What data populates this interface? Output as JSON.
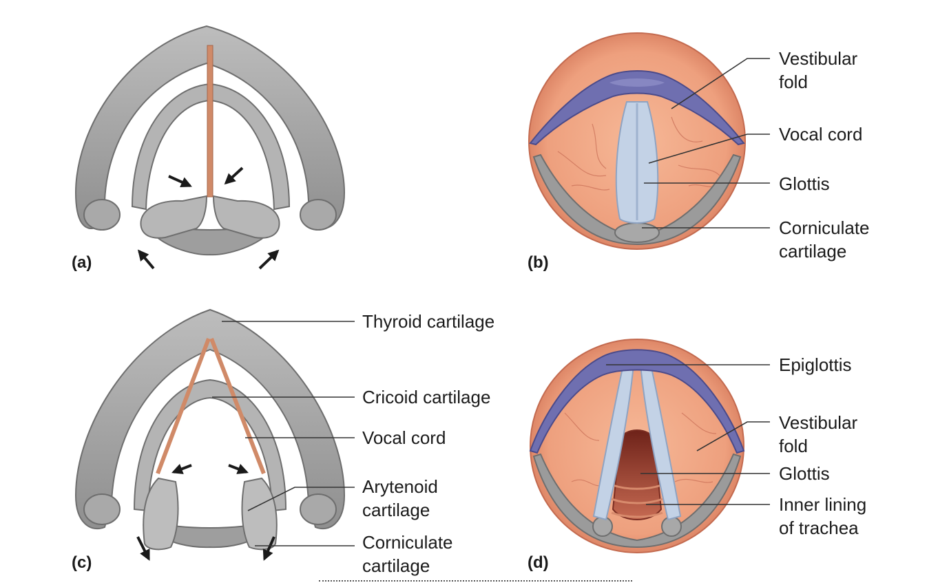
{
  "panels": {
    "a": "(a)",
    "b": "(b)",
    "c": "(c)",
    "d": "(d)"
  },
  "labels": {
    "b_vestibular_1": "Vestibular",
    "b_vestibular_2": "fold",
    "b_vocal_cord": "Vocal cord",
    "b_glottis": "Glottis",
    "b_corniculate_1": "Corniculate",
    "b_corniculate_2": "cartilage",
    "c_thyroid": "Thyroid cartilage",
    "c_cricoid": "Cricoid cartilage",
    "c_vocal_cord": "Vocal cord",
    "c_arytenoid_1": "Arytenoid",
    "c_arytenoid_2": "cartilage",
    "c_corniculate_1": "Corniculate",
    "c_corniculate_2": "cartilage",
    "d_epiglottis": "Epiglottis",
    "d_vestibular_1": "Vestibular",
    "d_vestibular_2": "fold",
    "d_glottis": "Glottis",
    "d_lining_1": "Inner lining",
    "d_lining_2": "of trachea"
  },
  "colors": {
    "cartilage": "#a7a7a7",
    "cartilage_dark": "#6e6e6e",
    "vocal_cord_ligament": "#d08a68",
    "tissue": "#f0a482",
    "tissue_dark": "#c96c50",
    "fold_purple": "#6f6fb0",
    "cord_blue": "#c3d2e6",
    "glottis_dark": "#8e3a2c"
  }
}
